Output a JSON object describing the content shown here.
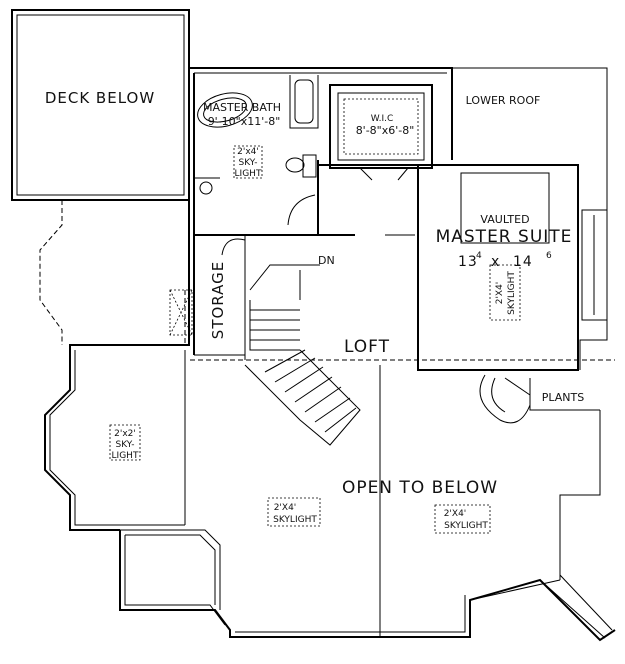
{
  "labels": {
    "deck_below": "DECK BELOW",
    "master_bath": "MASTER BATH",
    "master_bath_dim": "9'-10\"x11'-8\"",
    "bath_skylight_size": "2'x4'",
    "bath_skylight_1": "SKY-",
    "bath_skylight_2": "LIGHT",
    "wic": "W.I.C",
    "wic_dim": "8'-8\"x6'-8\"",
    "lower_roof": "LOWER ROOF",
    "vaulted": "VAULTED",
    "master_suite": "MASTER SUITE",
    "master_suite_dim_a": "13",
    "master_suite_dim_a_sup": "4",
    "master_suite_dim_x": "x",
    "master_suite_dim_b": "14",
    "master_suite_dim_b_sup": "6",
    "suite_skylight_size": "2'X4'",
    "suite_skylight": "SKYLIGHT",
    "dn": "DN",
    "storage": "STORAGE",
    "loft": "LOFT",
    "plants": "PLANTS",
    "left_skylight_size": "2'x2'",
    "left_skylight_1": "SKY-",
    "left_skylight_2": "LIGHT",
    "open_to_below": "OPEN TO BELOW",
    "center_skylight_size": "2'X4'",
    "center_skylight": "SKYLIGHT",
    "right_skylight_size": "2'X4'",
    "right_skylight": "SKYLIGHT"
  }
}
